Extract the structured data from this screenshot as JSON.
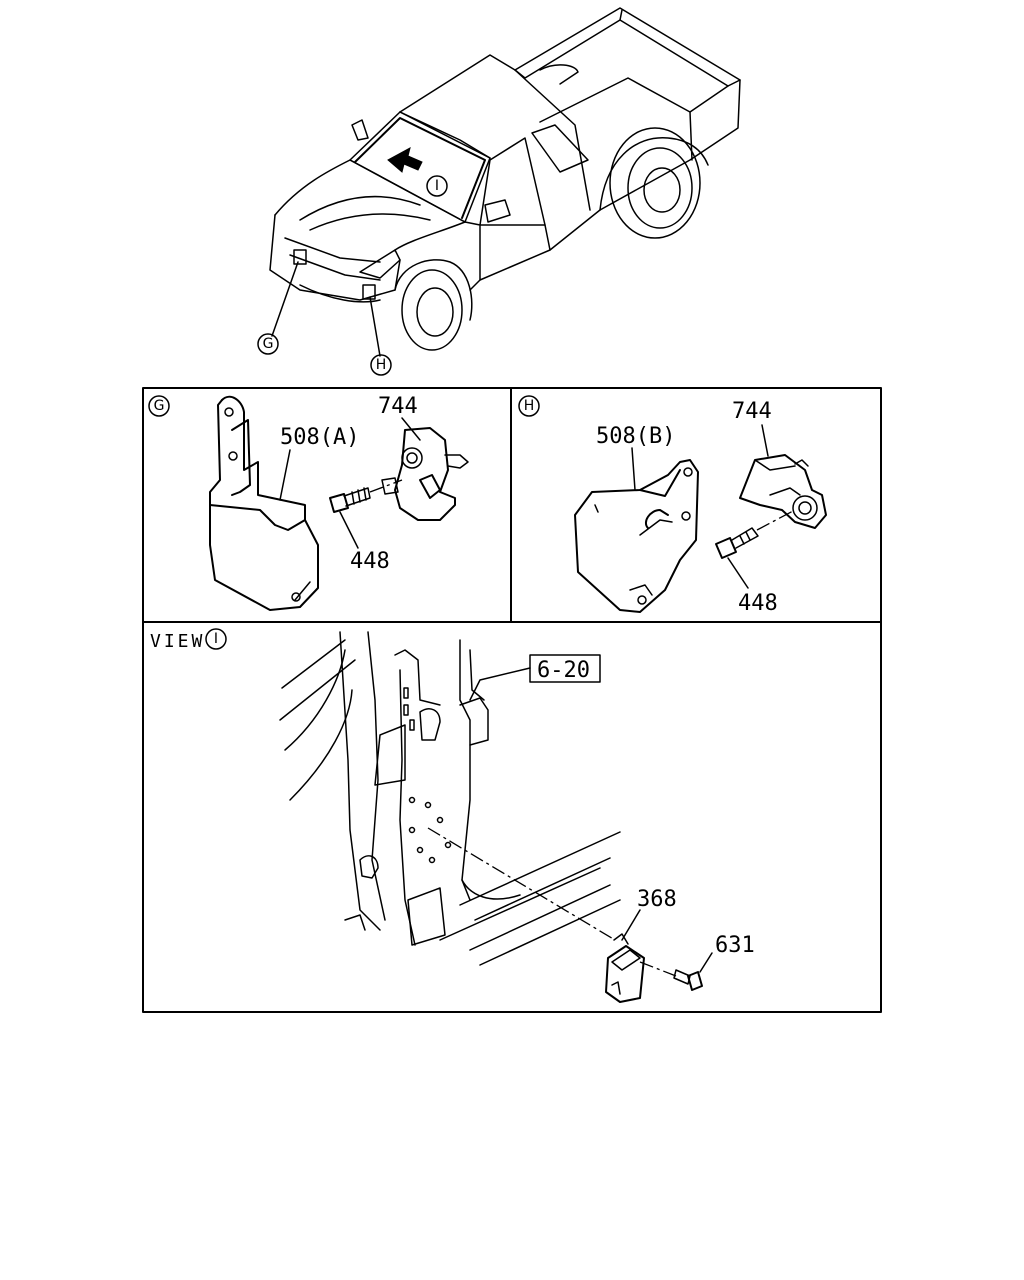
{
  "markers": {
    "g": "G",
    "h": "H",
    "i": "I"
  },
  "panel_g": {
    "marker": "G",
    "bracket_label": "508(A)",
    "sensor_label": "744",
    "bolt_label": "448"
  },
  "panel_h": {
    "marker": "H",
    "bracket_label": "508(B)",
    "sensor_label": "744",
    "bolt_label": "448"
  },
  "panel_view": {
    "view_text": "VIEW",
    "marker": "I",
    "ref_box_label": "6-20",
    "module_label": "368",
    "bolt_label": "631"
  }
}
